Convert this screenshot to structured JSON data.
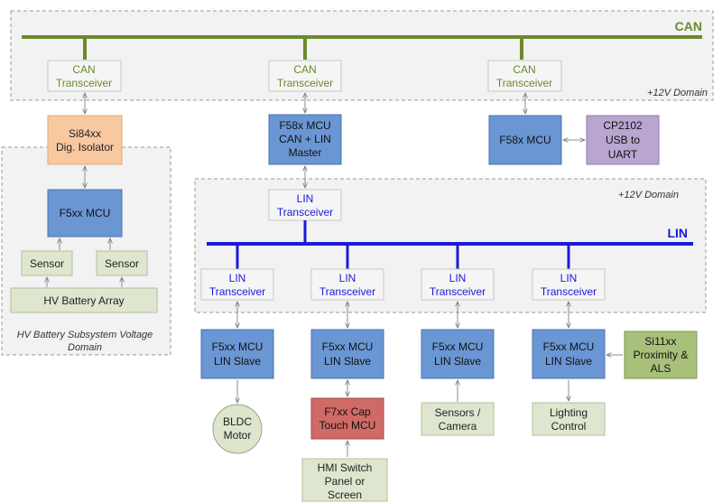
{
  "colors": {
    "can_bus": "#6a8a2c",
    "lin_bus": "#1a1adb",
    "mcu_fill": "#6a96d4",
    "mcu_stroke": "#4c73b0",
    "isolator_fill": "#f8c8a0",
    "usb_fill": "#b8a6d0",
    "cap_touch_fill": "#cf6a66",
    "sensor_fill": "#dfe6cf",
    "prox_fill": "#a8c07a",
    "motor_fill": "#dde5cd",
    "can_text": "#6a8a2c",
    "lin_text": "#1a1adb"
  },
  "bus": {
    "can_label": "CAN",
    "lin_label": "LIN"
  },
  "domains": {
    "can_domain": "+12V Domain",
    "lin_domain": "+12V Domain",
    "hv_domain_line1": "HV Battery Subsystem Voltage",
    "hv_domain_line2": "Domain"
  },
  "can_transceivers": [
    {
      "line1": "CAN",
      "line2": "Transceiver"
    },
    {
      "line1": "CAN",
      "line2": "Transceiver"
    },
    {
      "line1": "CAN",
      "line2": "Transceiver"
    }
  ],
  "isolator": {
    "line1": "Si84xx",
    "line2": "Dig. Isolator"
  },
  "f5xx_mcu": {
    "label": "F5xx MCU"
  },
  "sensors": [
    {
      "label": "Sensor"
    },
    {
      "label": "Sensor"
    }
  ],
  "battery_array": {
    "label": "HV Battery Array"
  },
  "master_mcu": {
    "line1": "F58x MCU",
    "line2": "CAN + LIN",
    "line3": "Master"
  },
  "usb_mcu": {
    "label": "F58x MCU"
  },
  "usb_uart": {
    "line1": "CP2102",
    "line2": "USB to",
    "line3": "UART"
  },
  "lin_master_transceiver": {
    "line1": "LIN",
    "line2": "Transceiver"
  },
  "lin_transceivers": [
    {
      "line1": "LIN",
      "line2": "Transceiver"
    },
    {
      "line1": "LIN",
      "line2": "Transceiver"
    },
    {
      "line1": "LIN",
      "line2": "Transceiver"
    },
    {
      "line1": "LIN",
      "line2": "Transceiver"
    }
  ],
  "lin_slaves": [
    {
      "line1": "F5xx MCU",
      "line2": "LIN Slave"
    },
    {
      "line1": "F5xx MCU",
      "line2": "LIN Slave"
    },
    {
      "line1": "F5xx MCU",
      "line2": "LIN Slave"
    },
    {
      "line1": "F5xx MCU",
      "line2": "LIN Slave"
    }
  ],
  "motor": {
    "line1": "BLDC",
    "line2": "Motor"
  },
  "cap_touch": {
    "line1": "F7xx Cap",
    "line2": "Touch MCU"
  },
  "hmi": {
    "line1": "HMI Switch",
    "line2": "Panel or",
    "line3": "Screen"
  },
  "sensors_camera": {
    "line1": "Sensors /",
    "line2": "Camera"
  },
  "lighting": {
    "line1": "Lighting",
    "line2": "Control"
  },
  "proximity": {
    "line1": "Si11xx",
    "line2": "Proximity &",
    "line3": "ALS"
  }
}
